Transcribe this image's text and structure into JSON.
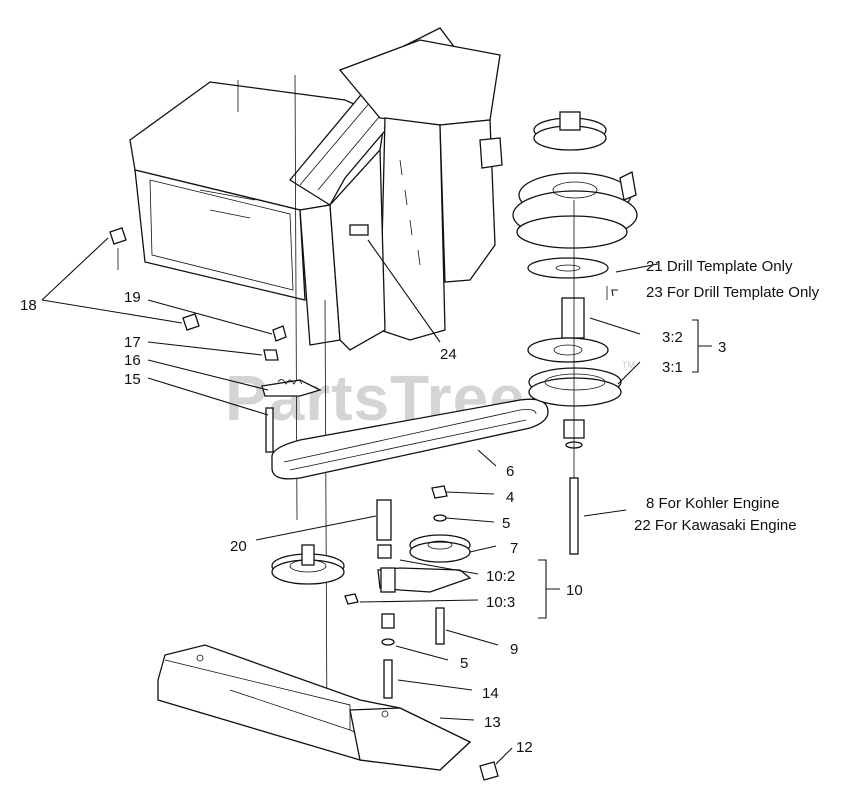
{
  "diagram": {
    "watermark": "PartsTree",
    "watermark_tm": "TM",
    "labels": {
      "l18": "18",
      "l19": "19",
      "l17": "17",
      "l16": "16",
      "l15": "15",
      "l24": "24",
      "l21": "21 Drill Template Only",
      "l23": "23 For Drill Template Only",
      "l3_2": "3:2",
      "l3": "3",
      "l3_1": "3:1",
      "l6": "6",
      "l4": "4",
      "l5a": "5",
      "l20": "20",
      "l7": "7",
      "l10_2": "10:2",
      "l10": "10",
      "l10_3": "10:3",
      "l8": "8 For Kohler Engine",
      "l22": "22 For Kawasaki Engine",
      "l9": "9",
      "l5b": "5",
      "l14": "14",
      "l13": "13",
      "l12": "12"
    }
  }
}
